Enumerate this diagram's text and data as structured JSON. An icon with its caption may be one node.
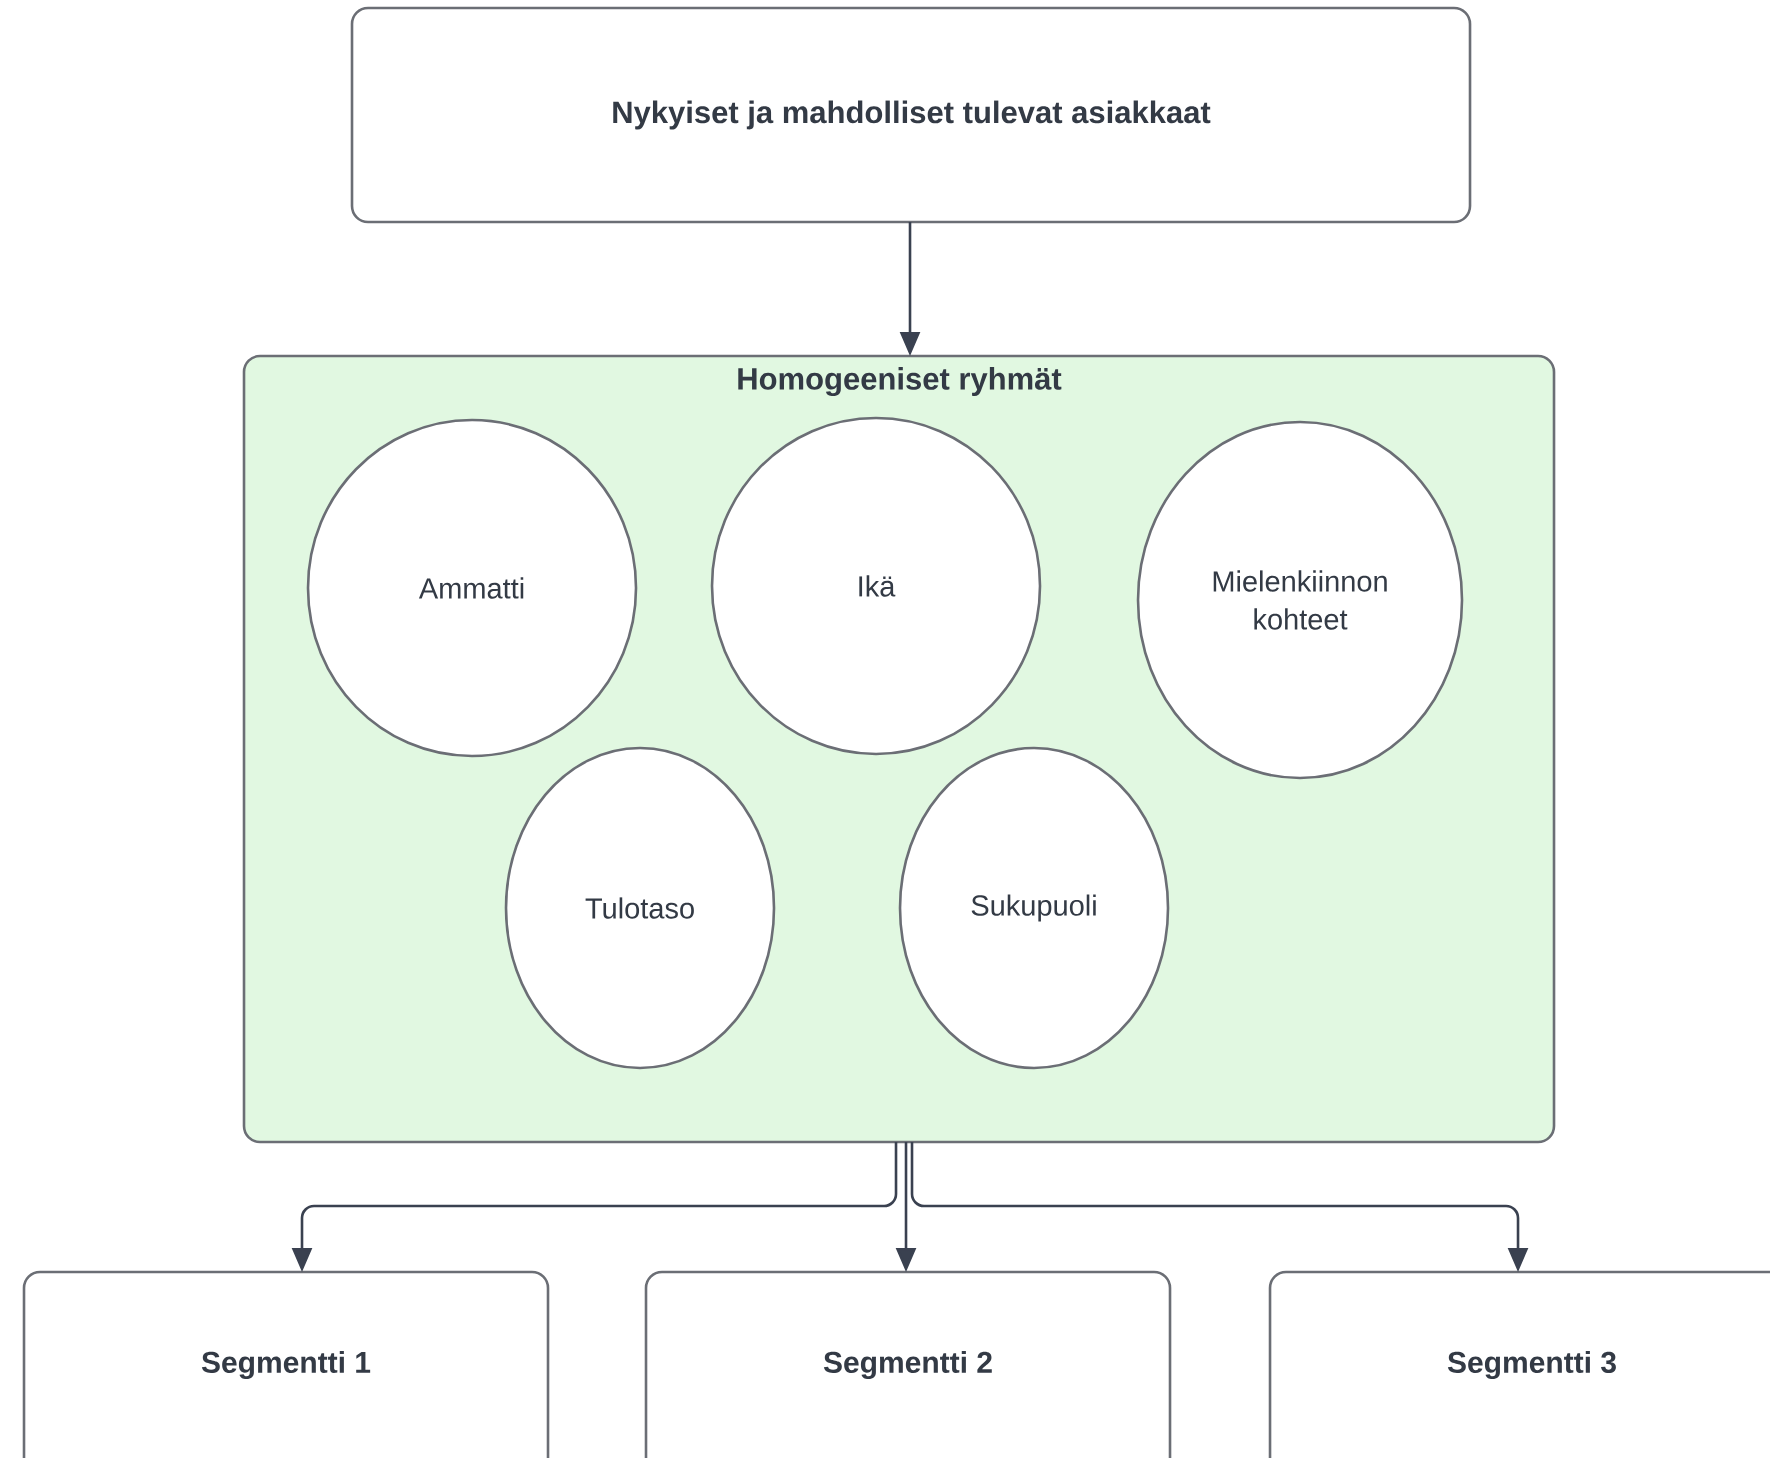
{
  "diagram": {
    "nodes": [
      {
        "text": [
          "Nykyiset ja mahdolliset tulevat asiakkaat"
        ]
      },
      {
        "text": [
          "Homogeeniset ryhmät"
        ]
      },
      {
        "text": [
          "Ammatti"
        ],
        "in": 1
      },
      {
        "text": [
          "Ikä"
        ],
        "in": 1
      },
      {
        "text": [
          "Mielenkiinnon kohteet"
        ],
        "in": 1
      },
      {
        "text": [
          "Tulotaso"
        ],
        "in": 1
      },
      {
        "text": [
          "Sukupuoli"
        ],
        "in": 1
      },
      {
        "text": [
          "Segmentti 1"
        ]
      },
      {
        "text": [
          "Segmentti 2"
        ]
      },
      {
        "text": [
          "Segmentti 3"
        ]
      }
    ],
    "edges": [
      {
        "from": 0,
        "to": 1,
        "arrow": "to"
      },
      {
        "from": 1,
        "to": 7,
        "arrow": "to"
      },
      {
        "from": 1,
        "to": 8,
        "arrow": "to"
      },
      {
        "from": 1,
        "to": 9,
        "arrow": "to"
      }
    ]
  }
}
